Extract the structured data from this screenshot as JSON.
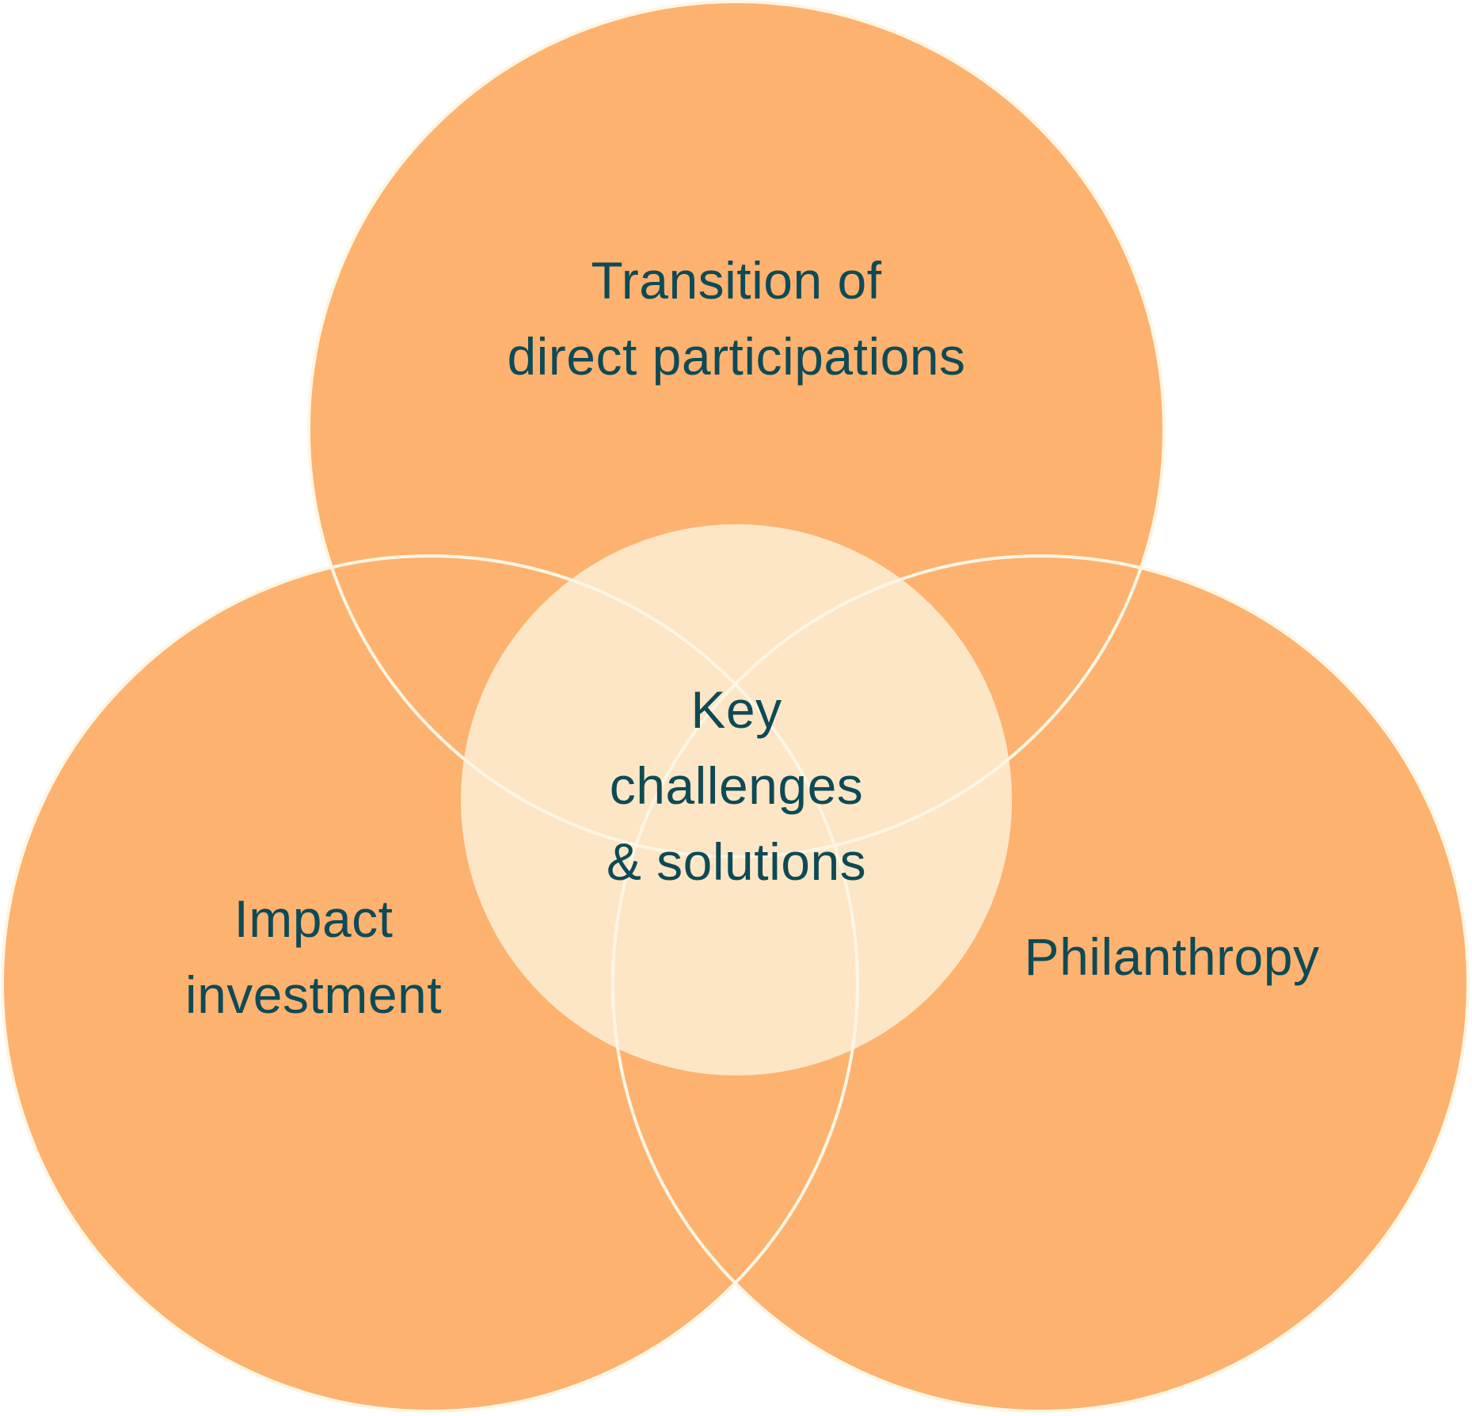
{
  "colors": {
    "outer_circle_fill": "#fdb270",
    "center_circle_fill": "#fde6c6",
    "circle_stroke": "#fdf6e3",
    "text": "#0e4a55"
  },
  "diagram": {
    "circles": {
      "top": {
        "line1": "Transition of",
        "line2": "direct participations"
      },
      "left": {
        "line1": "Impact",
        "line2": "investment"
      },
      "right": {
        "line1": "Philanthropy"
      },
      "center": {
        "line1": "Key",
        "line2": "challenges",
        "line3": "& solutions"
      }
    }
  }
}
